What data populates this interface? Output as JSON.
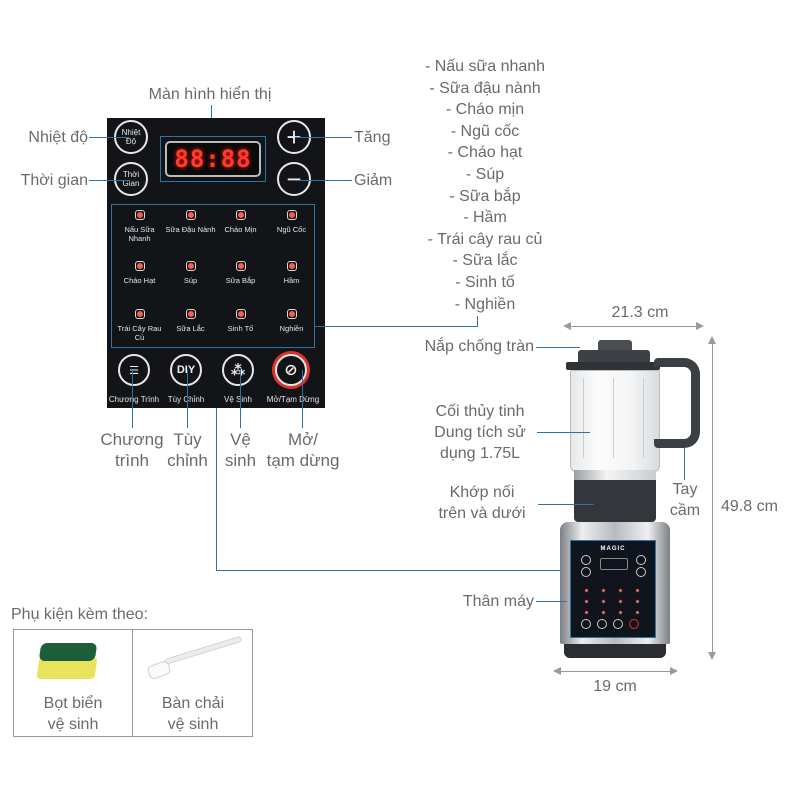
{
  "panel": {
    "display_title": "Màn hình hiển thị",
    "display_value": "88:88",
    "left_buttons": [
      {
        "label": "Nhiệt Độ",
        "callout": "Nhiệt độ"
      },
      {
        "label": "Thời Gian",
        "callout": "Thời gian"
      }
    ],
    "right_buttons": [
      {
        "symbol": "+",
        "callout": "Tăng"
      },
      {
        "symbol": "−",
        "callout": "Giảm"
      }
    ],
    "functions": [
      {
        "label": "Nấu Sữa Nhanh"
      },
      {
        "label": "Sữa Đậu Nành"
      },
      {
        "label": "Cháo Mịn"
      },
      {
        "label": "Ngũ Cốc"
      },
      {
        "label": "Cháo Hạt"
      },
      {
        "label": "Súp"
      },
      {
        "label": "Sữa Bắp"
      },
      {
        "label": "Hầm"
      },
      {
        "label": "Trái Cây Rau Củ"
      },
      {
        "label": "Sữa Lắc"
      },
      {
        "label": "Sinh Tố"
      },
      {
        "label": "Nghiền"
      }
    ],
    "bottom_buttons": [
      {
        "label": "Chương Trình",
        "icon": "list-icon",
        "symbol": "☰",
        "callout_line1": "Chương",
        "callout_line2": "trình"
      },
      {
        "label": "Tùy Chỉnh",
        "icon": "diy-icon",
        "symbol": "DIY",
        "callout_line1": "Tùy",
        "callout_line2": "chỉnh"
      },
      {
        "label": "Vệ Sinh",
        "icon": "clean-icon",
        "symbol": "⁂",
        "callout_line1": "Vệ",
        "callout_line2": "sinh"
      },
      {
        "label": "Mở/Tạm Dừng",
        "icon": "start-pause-icon",
        "symbol": "⊘",
        "callout_line1": "Mở/",
        "callout_line2": "tạm dừng"
      }
    ]
  },
  "program_list": [
    "- Nấu sữa nhanh",
    "- Sữa đậu nành",
    "- Cháo mịn",
    "- Ngũ cốc",
    "- Cháo hạt",
    "- Súp",
    "- Sữa bắp",
    "- Hầm",
    "- Trái cây rau củ",
    "- Sữa lắc",
    "- Sinh tố",
    "- Nghiền"
  ],
  "blender": {
    "brand": "MAGIC",
    "parts": {
      "lid": "Nắp chống tràn",
      "jar_line1": "Cối thủy tinh",
      "jar_line2": "Dung tích sử",
      "jar_line3": "dụng 1.75L",
      "coupling_line1": "Khớp nối",
      "coupling_line2": "trên và dưới",
      "body": "Thân máy",
      "handle_line1": "Tay",
      "handle_line2": "cầm"
    },
    "dimensions": {
      "top_width": "21.3 cm",
      "height": "49.8 cm",
      "base_width": "19 cm"
    }
  },
  "accessories": {
    "title": "Phụ kiện kèm theo:",
    "items": [
      {
        "line1": "Bọt biển",
        "line2": "vệ sinh"
      },
      {
        "line1": "Bàn chải",
        "line2": "vệ sinh"
      }
    ]
  },
  "colors": {
    "callout_line": "#2f73a6",
    "panel_bg": "#121418",
    "display_digits": "#ff3b2f",
    "start_ring": "#e0322a",
    "text": "#6a6a6a"
  }
}
